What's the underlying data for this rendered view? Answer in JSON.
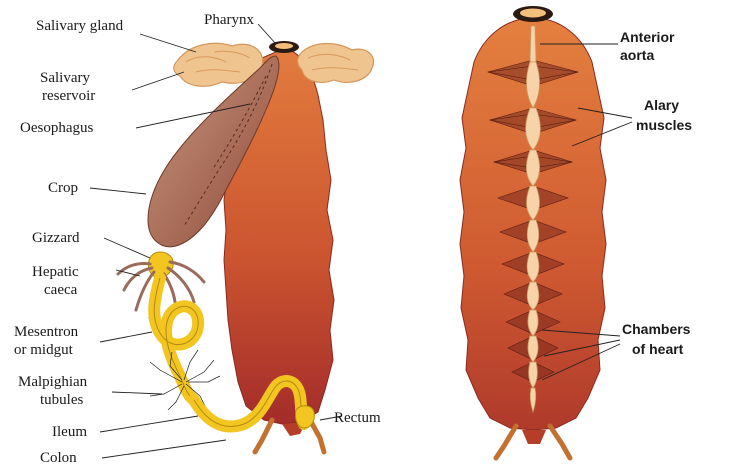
{
  "left_figure": {
    "labels": {
      "salivary_gland": "Salivary gland",
      "pharynx": "Pharynx",
      "salivary_reservoir_line1": "Salivary",
      "salivary_reservoir_line2": "reservoir",
      "oesophagus": "Oesophagus",
      "crop": "Crop",
      "gizzard": "Gizzard",
      "hepatic_caeca_line1": "Hepatic",
      "hepatic_caeca_line2": "caeca",
      "mesentron_line1": "Mesentron",
      "mesentron_line2": "or midgut",
      "malpighian_line1": "Malpighian",
      "malpighian_line2": "tubules",
      "ileum": "Ileum",
      "colon": "Colon",
      "rectum": "Rectum"
    }
  },
  "right_figure": {
    "labels": {
      "anterior_aorta_line1": "Anterior",
      "anterior_aorta_line2": "aorta",
      "alary_muscles_line1": "Alary",
      "alary_muscles_line2": "muscles",
      "chambers_line1": "Chambers",
      "chambers_line2": "of heart"
    }
  },
  "colors": {
    "body_light": "#e07a3e",
    "body_dark": "#a8302a",
    "gut_yellow": "#f2c521",
    "salivary": "#f0c48e",
    "crop": "#b06a50",
    "heart": "#f6d3a8"
  }
}
